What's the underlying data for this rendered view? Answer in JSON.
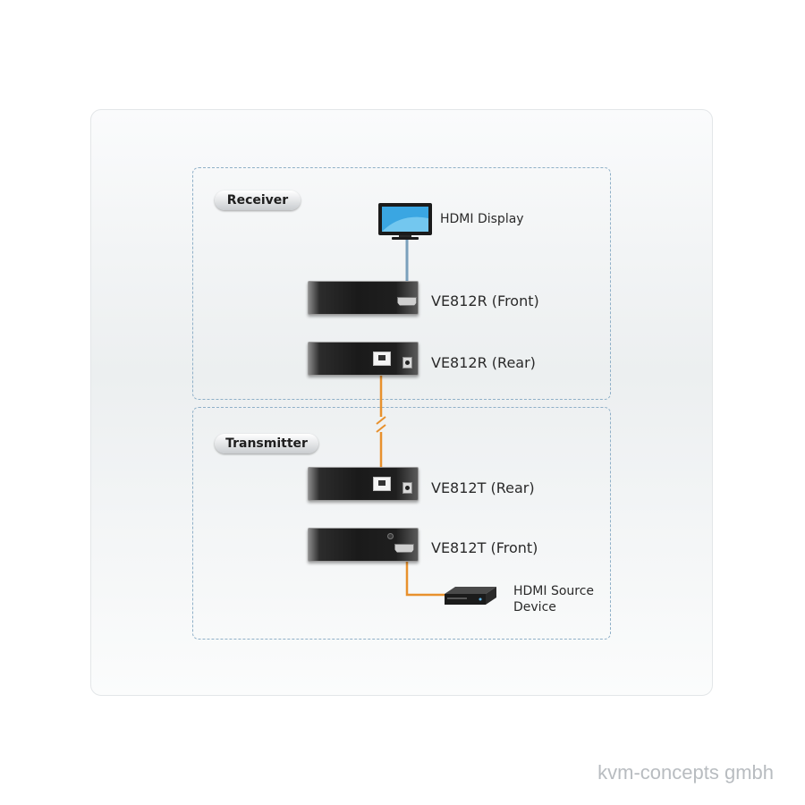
{
  "groups": {
    "receiver": {
      "label": "Receiver"
    },
    "transmitter": {
      "label": "Transmitter"
    }
  },
  "devices": {
    "hdmi_display": "HDMI Display",
    "ve812r_front": "VE812R (Front)",
    "ve812r_rear": "VE812R (Rear)",
    "ve812t_rear": "VE812T (Rear)",
    "ve812t_front": "VE812T (Front)",
    "hdmi_source_line1": "HDMI Source",
    "hdmi_source_line2": "Device"
  },
  "colors": {
    "cable_orange": "#e8912d",
    "cable_blue": "#7aa0bc",
    "group_border": "#8fb0c8"
  },
  "watermark": "kvm-concepts gmbh"
}
